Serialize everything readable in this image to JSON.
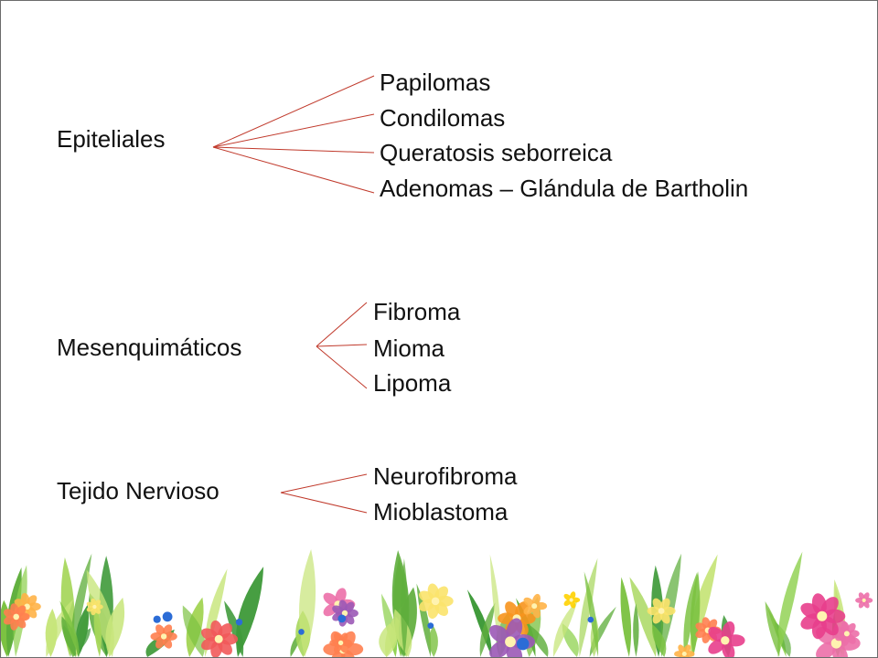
{
  "slide": {
    "groups": [
      {
        "label": "Epiteliales",
        "items": [
          "Papilomas",
          "Condilomas",
          "Queratosis seborreica",
          "Adenomas – Glándula de Bartholin"
        ]
      },
      {
        "label": "Mesenquimáticos",
        "items": [
          "Fibroma",
          "Mioma",
          "Lipoma"
        ]
      },
      {
        "label": "Tejido Nervioso",
        "items": [
          "Neurofibroma",
          "Mioblastoma"
        ]
      }
    ]
  },
  "colors": {
    "connector": "#c0392b",
    "text": "#111111",
    "frame": "#6b6b6b"
  },
  "decor": {
    "theme": "colorful-flower-border"
  }
}
